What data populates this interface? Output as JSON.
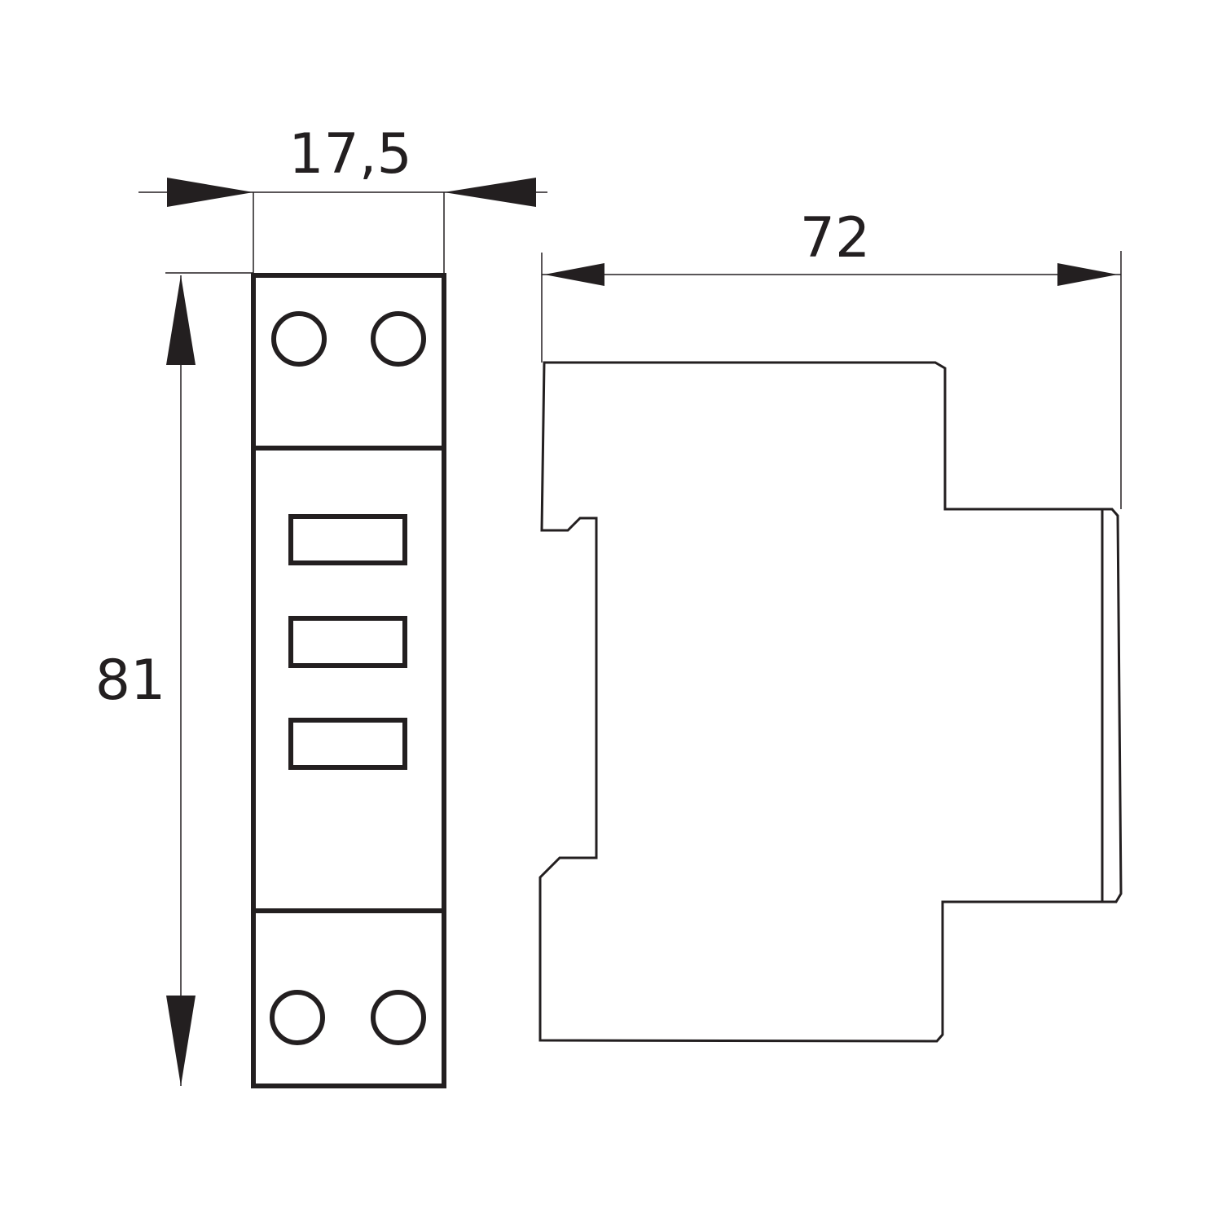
{
  "dimensions": {
    "width_label": "17,5",
    "height_label": "81",
    "depth_label": "72"
  },
  "colors": {
    "line": "#231f20",
    "background": "#ffffff"
  }
}
